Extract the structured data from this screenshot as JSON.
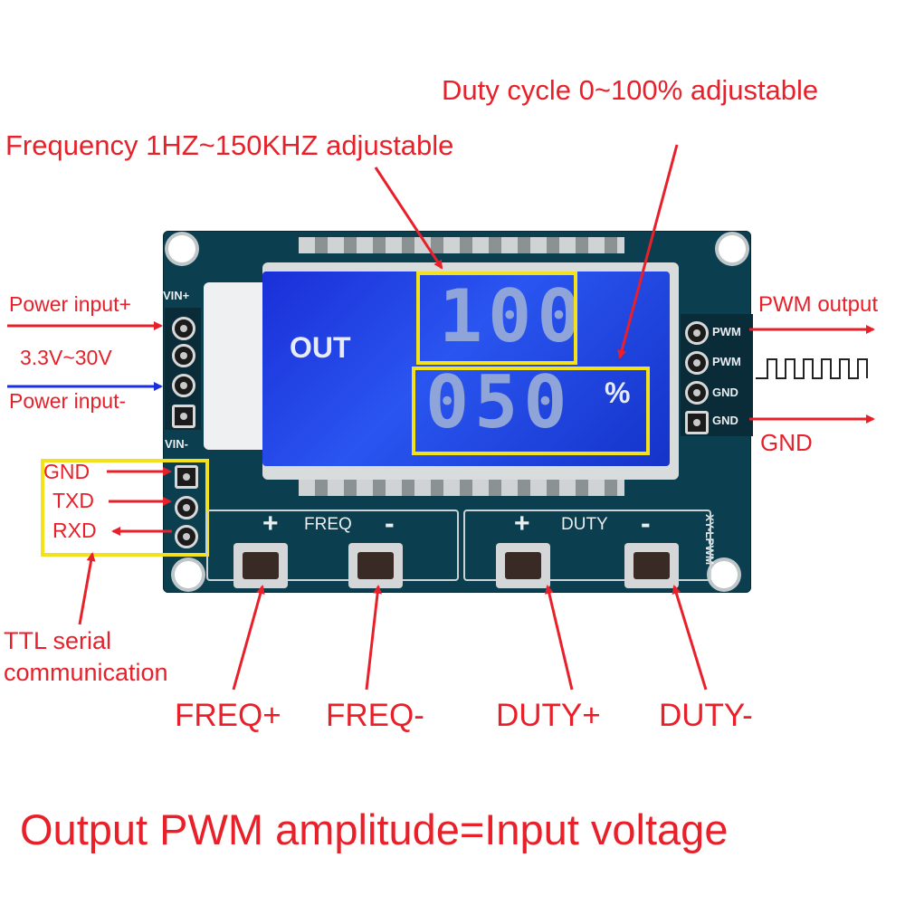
{
  "callouts": {
    "duty_cycle": "Duty cycle 0~100% adjustable",
    "frequency": "Frequency 1HZ~150KHZ adjustable",
    "power_input_plus": "Power input+",
    "voltage_range": "3.3V~30V",
    "power_input_minus": "Power input-",
    "gnd": "GND",
    "txd": "TXD",
    "rxd": "RXD",
    "ttl_line1": "TTL serial",
    "ttl_line2": "communication",
    "pwm_output": "PWM output",
    "gnd_right": "GND",
    "freq_plus": "FREQ+",
    "freq_minus": "FREQ-",
    "duty_plus": "DUTY+",
    "duty_minus": "DUTY-",
    "bottom_caption": "Output PWM amplitude=Input voltage"
  },
  "board": {
    "vin_plus": "VIN+",
    "vin_minus": "VIN-",
    "pwm1": "PWM",
    "pwm2": "PWM",
    "gnd1": "GND",
    "gnd2": "GND",
    "freq_label": "FREQ",
    "duty_label": "DUTY",
    "plus": "+",
    "minus": "-",
    "model": "XY-LPWM"
  },
  "lcd": {
    "out_label": "OUT",
    "top_value": "100",
    "bottom_value": "050",
    "percent": "%"
  },
  "colors": {
    "callout_red": "#e8202a",
    "arrow_blue": "#1a2fe0",
    "highlight_yellow": "#f3e21b",
    "pcb": "#0b3f4f",
    "lcd_blue": "#2a55f0"
  }
}
